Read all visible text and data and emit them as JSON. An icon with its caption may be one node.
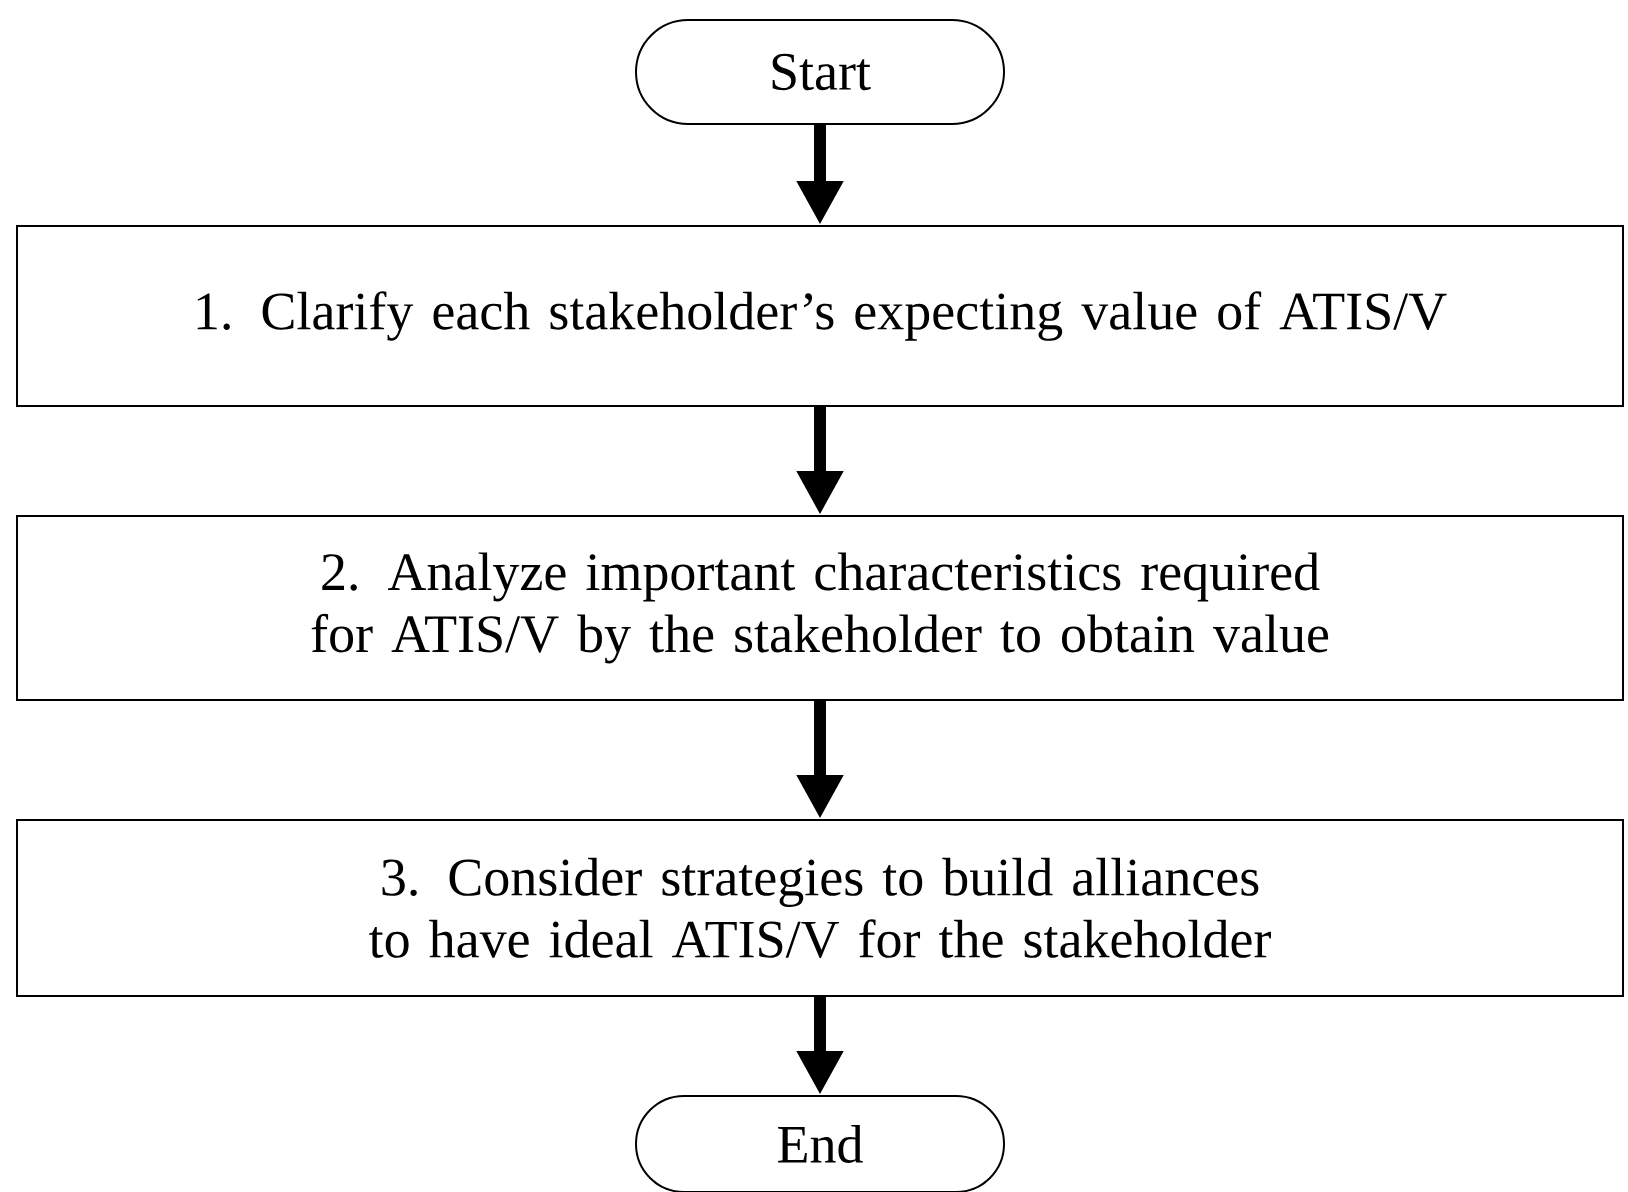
{
  "diagram": {
    "nodes": [
      {
        "text": [
          "Start"
        ]
      },
      {
        "text": [
          "1. Clarify each stakeholder’s expecting value of ATIS/V"
        ]
      },
      {
        "text": [
          "2. Analyze important characteristics required for ATIS/V by the stakeholder to obtain value"
        ]
      },
      {
        "text": [
          "3. Consider strategies to build alliances to have ideal ATIS/V for the stakeholder"
        ]
      },
      {
        "text": [
          "End"
        ]
      }
    ],
    "edges": [
      {
        "from": 0,
        "to": 1,
        "arrow": "to"
      },
      {
        "from": 1,
        "to": 2,
        "arrow": "to"
      },
      {
        "from": 2,
        "to": 3,
        "arrow": "to"
      },
      {
        "from": 3,
        "to": 4,
        "arrow": "to"
      }
    ]
  }
}
